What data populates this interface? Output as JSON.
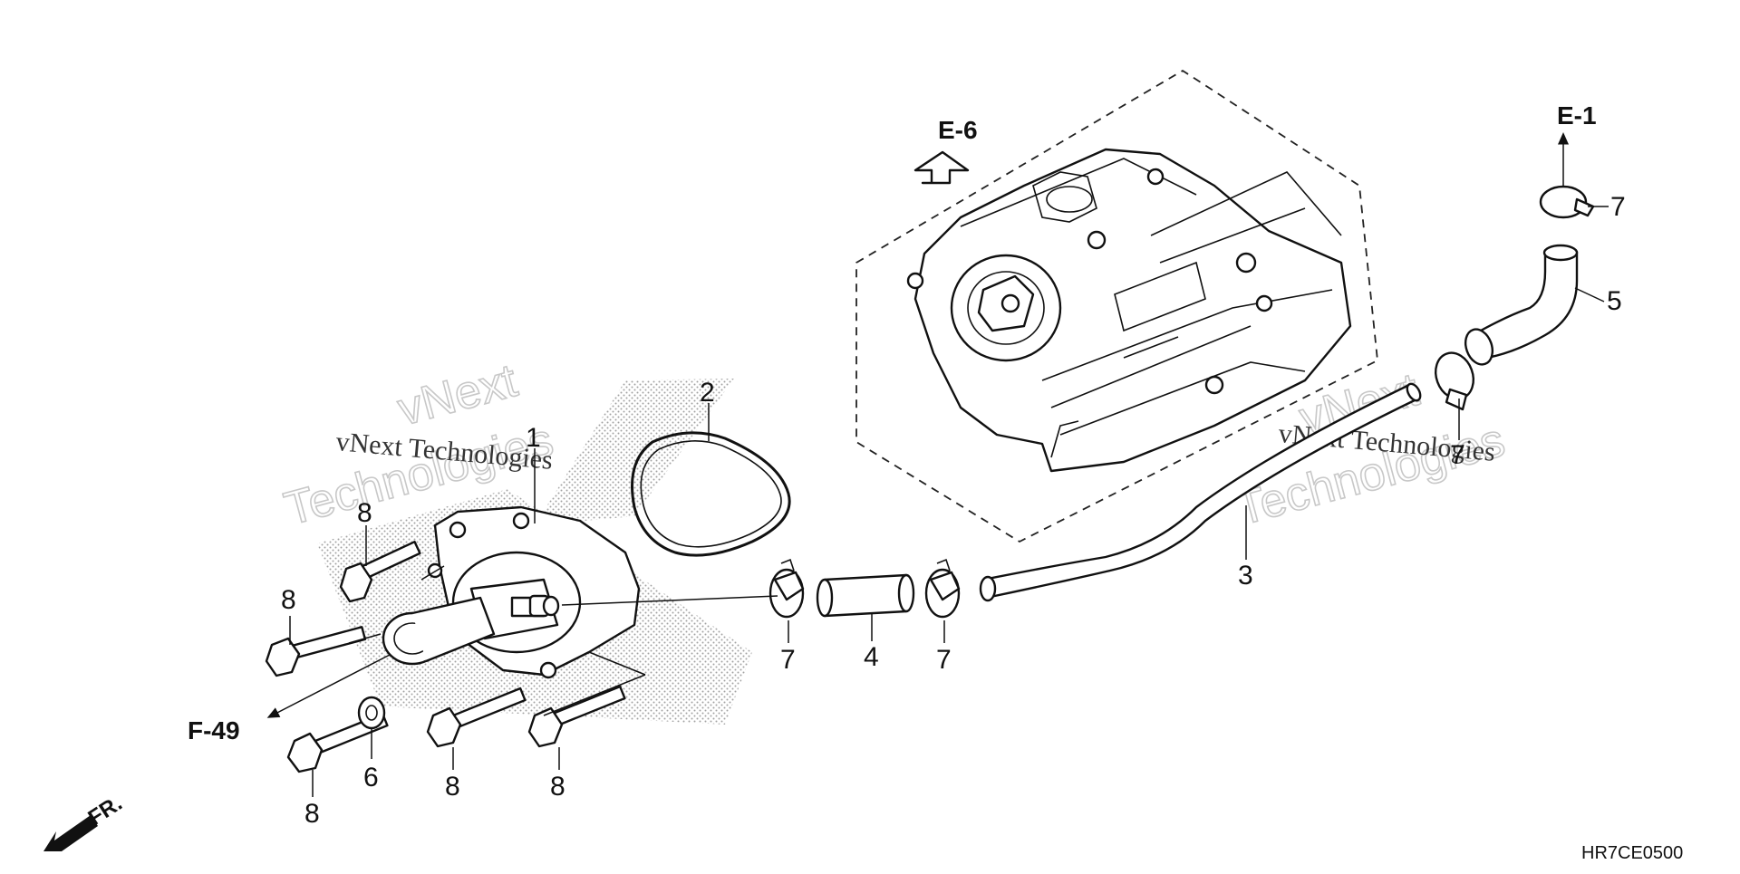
{
  "diagram_code": "HR7CE0500",
  "watermark": {
    "line1": "vNext Technologies",
    "line2": "vNext",
    "line3": "Technologies"
  },
  "references": {
    "e6": "E-6",
    "e1": "E-1",
    "f49": "F-49",
    "fr": "FR."
  },
  "part_numbers": {
    "p1": "1",
    "p2": "2",
    "p3": "3",
    "p4": "4",
    "p5": "5",
    "p6": "6",
    "p7": "7",
    "p8": "8"
  },
  "colors": {
    "line": "#111111",
    "background": "#ffffff",
    "watermark_outline": "#c8c8c8"
  }
}
